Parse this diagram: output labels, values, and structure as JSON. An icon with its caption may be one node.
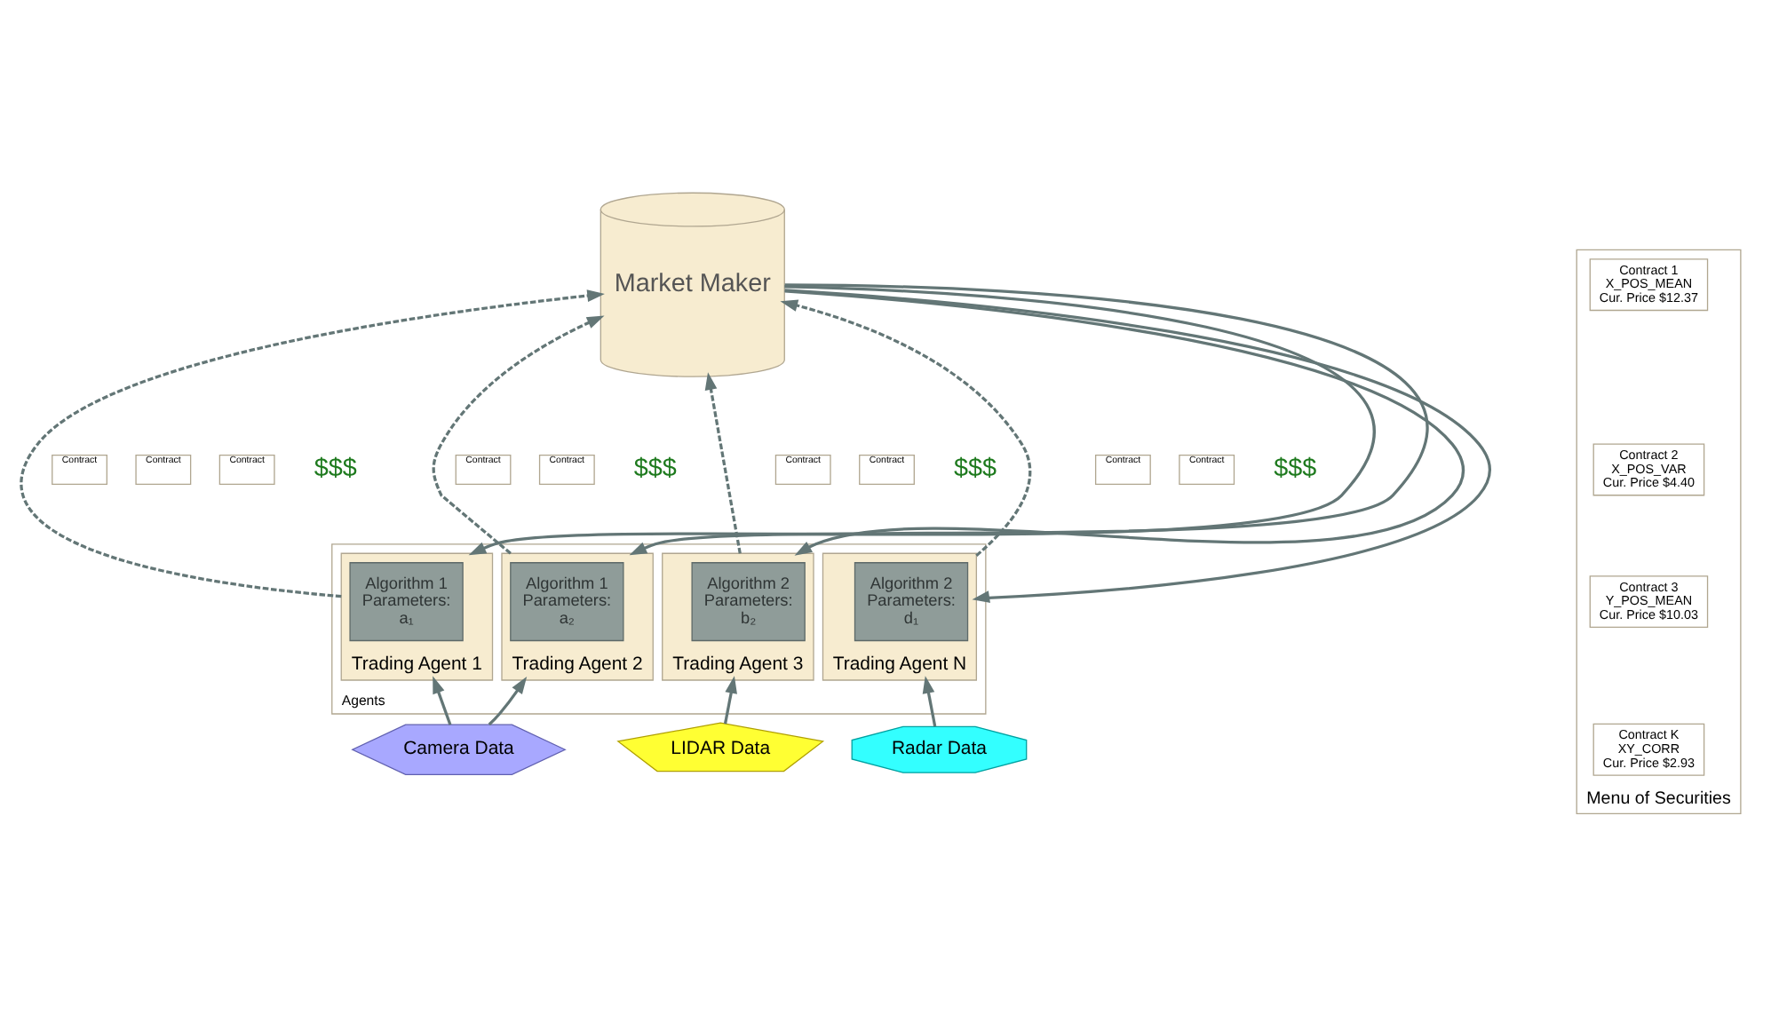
{
  "diagram": {
    "nodes": [
      {
        "text": [
          "Agents"
        ]
      },
      {
        "text": [
          "Trading Agent 1"
        ],
        "in": 0
      },
      {
        "text": [
          "Algorithm 1 Parameters: a₁"
        ],
        "in": 1
      },
      {
        "text": [
          "Trading Agent 2"
        ],
        "in": 0
      },
      {
        "text": [
          "Algorithm 1 Parameters: a₂"
        ],
        "in": 3
      },
      {
        "text": [
          "Trading Agent 3"
        ],
        "in": 0
      },
      {
        "text": [
          "Algorithm 2 Parameters: b₂"
        ],
        "in": 5
      },
      {
        "text": [
          "Trading Agent N"
        ],
        "in": 0
      },
      {
        "text": [
          "Algorithm 2 Parameters: d₁"
        ],
        "in": 7
      },
      {
        "text": [
          "Market Maker"
        ]
      },
      {
        "text": [
          "Menu of Securities"
        ]
      },
      {
        "text": [
          "Contract 1",
          "X_POS_MEAN",
          "Cur. Price $12.37"
        ],
        "in": 10
      },
      {
        "text": [
          "Contract 2",
          "X_POS_VAR",
          "Cur. Price $4.40"
        ],
        "in": 10
      },
      {
        "text": [
          "Contract 3",
          "Y_POS_MEAN",
          "Cur. Price $10.03"
        ],
        "in": 10
      },
      {
        "text": [
          "Contract K",
          "XY_CORR",
          "Cur. Price $2.93"
        ],
        "in": 10
      },
      {
        "text": [
          "Camera Data"
        ]
      },
      {
        "text": [
          "LIDAR Data"
        ]
      },
      {
        "text": [
          "Radar Data"
        ]
      },
      {
        "text": [
          "Contract"
        ]
      },
      {
        "text": [
          "Contract"
        ]
      },
      {
        "text": [
          "Contract"
        ]
      },
      {
        "text": [
          "Contract"
        ]
      },
      {
        "text": [
          "Contract"
        ]
      },
      {
        "text": [
          "Contract"
        ]
      },
      {
        "text": [
          "Contract"
        ]
      },
      {
        "text": [
          "Contract"
        ]
      },
      {
        "text": [
          "Contract"
        ]
      }
    ],
    "edges": [
      {
        "from": 1,
        "to": 9,
        "arrow": "to",
        "style": "dashed"
      },
      {
        "from": 9,
        "to": 1,
        "arrow": "to"
      },
      {
        "from": 3,
        "to": 9,
        "arrow": "to",
        "style": "dashed"
      },
      {
        "from": 9,
        "to": 3,
        "arrow": "to"
      },
      {
        "from": 5,
        "to": 9,
        "arrow": "to",
        "style": "dashed"
      },
      {
        "from": 9,
        "to": 5,
        "arrow": "to"
      },
      {
        "from": 7,
        "to": 9,
        "arrow": "to",
        "style": "dashed"
      },
      {
        "from": 9,
        "to": 7,
        "arrow": "to"
      },
      {
        "from": 15,
        "to": 1,
        "arrow": "to"
      },
      {
        "from": 15,
        "to": 3,
        "arrow": "to"
      },
      {
        "from": 16,
        "to": 5,
        "arrow": "to"
      },
      {
        "from": 17,
        "to": 7,
        "arrow": "to"
      }
    ],
    "labels": [
      "$$$",
      "$$$",
      "$$$",
      "$$$"
    ]
  }
}
